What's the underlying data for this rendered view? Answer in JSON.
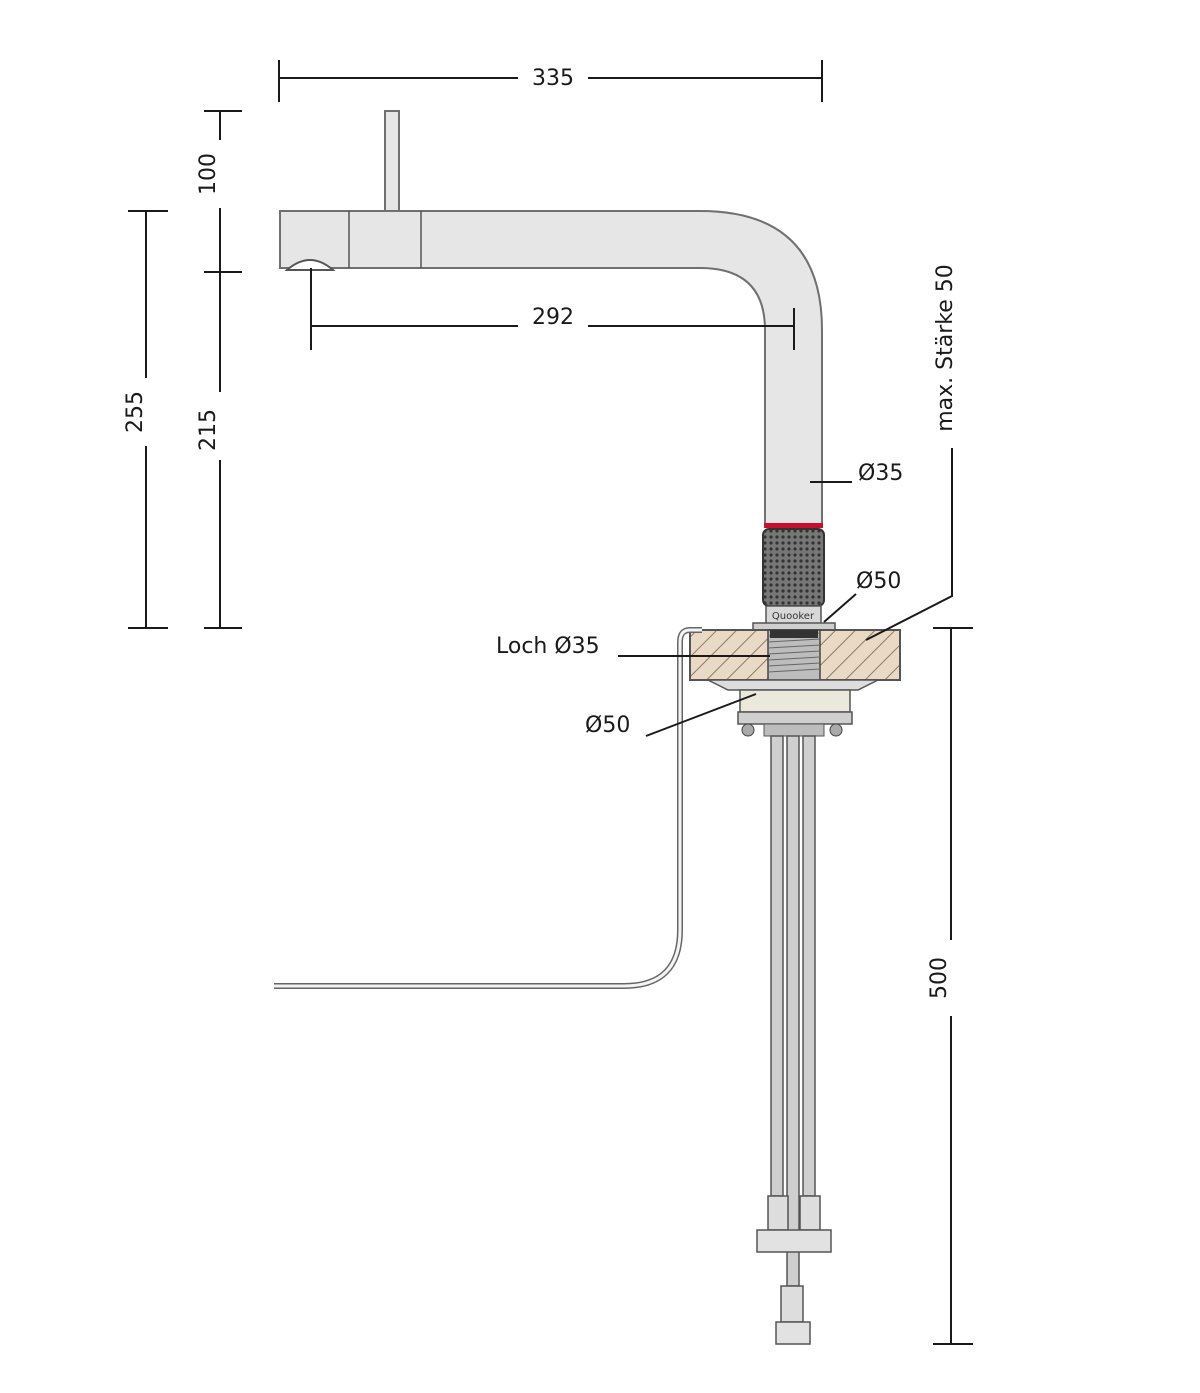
{
  "dimensions": {
    "width_total": "335",
    "spout_reach": "292",
    "lever_height": "100",
    "spout_height": "215",
    "overall_height": "255",
    "max_thickness": "max. Stärke 50",
    "pipe_diameter": "Ø35",
    "nut_diameter": "Ø50",
    "hole_diameter": "Loch Ø35",
    "washer_diameter": "Ø50",
    "hose_length": "500"
  },
  "brand_mark": "Quooker",
  "colors": {
    "line": "#1a1a1a",
    "pipe_fill": "#e6e6e6",
    "accent_ring": "#c8102e",
    "countertop": "#ead9c4"
  }
}
